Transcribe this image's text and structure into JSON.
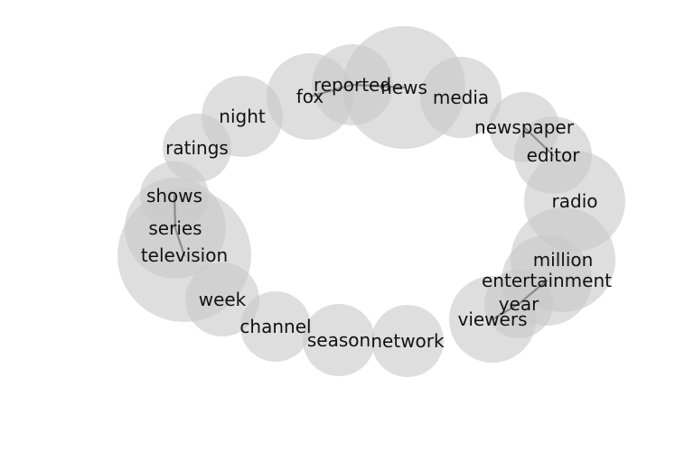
{
  "words": [
    "news",
    "reported",
    "fox",
    "media",
    "night",
    "newspaper",
    "editor",
    "ratings",
    "radio",
    "shows",
    "series",
    "television",
    "million",
    "entertainment",
    "year",
    "viewers",
    "week",
    "channel",
    "season",
    "network"
  ],
  "links": [
    [
      "reported",
      "fox"
    ],
    [
      "reported",
      "news"
    ],
    [
      "newspaper",
      "editor"
    ],
    [
      "shows",
      "series"
    ],
    [
      "series",
      "television"
    ],
    [
      "entertainment",
      "year"
    ],
    [
      "year",
      "viewers"
    ]
  ],
  "colors": {
    "bubble": "#c8c8c8",
    "link": "#8c8c8c",
    "text": "#111111"
  }
}
